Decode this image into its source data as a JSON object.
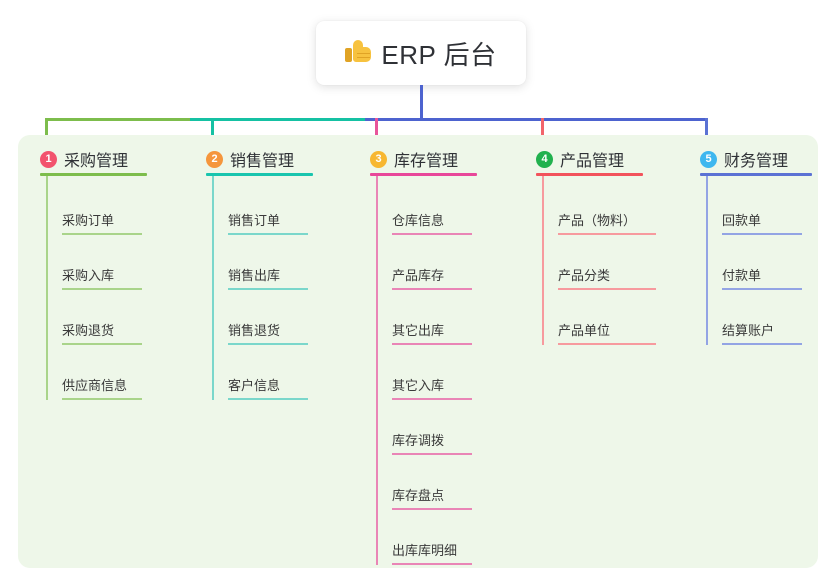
{
  "root": {
    "icon": "thumbs-up-icon",
    "title": "ERP 后台"
  },
  "colors": {
    "panel_bg": "#eef7e9",
    "card_bg": "#ffffff",
    "connector_left": "#7dbd4c",
    "connector_mid": "#15c1a3",
    "connector_right": "#4d63cf",
    "stub_purchase": "#7dbd4c",
    "stub_sales": "#15c1a3",
    "stub_inventory": "#e8559b",
    "stub_product": "#f2646b",
    "stub_finance": "#5b72d4"
  },
  "columns": [
    {
      "index": "1",
      "badge_color": "#f2536d",
      "accent": "#7dbd4c",
      "accent_light": "#a9d48a",
      "title": "采购管理",
      "items": [
        "采购订单",
        "采购入库",
        "采购退货",
        "供应商信息"
      ]
    },
    {
      "index": "2",
      "badge_color": "#f5963c",
      "accent": "#19c5ae",
      "accent_light": "#7ad7cb",
      "title": "销售管理",
      "items": [
        "销售订单",
        "销售出库",
        "销售退货",
        "客户信息"
      ]
    },
    {
      "index": "3",
      "badge_color": "#f7b731",
      "accent": "#e8479a",
      "accent_light": "#e985b6",
      "title": "库存管理",
      "items": [
        "仓库信息",
        "产品库存",
        "其它出库",
        "其它入库",
        "库存调拨",
        "库存盘点",
        "出库库明细"
      ]
    },
    {
      "index": "4",
      "badge_color": "#21b14e",
      "accent": "#f2535c",
      "accent_light": "#f79a9e",
      "title": "产品管理",
      "items": [
        "产品（物料）",
        "产品分类",
        "产品单位"
      ]
    },
    {
      "index": "5",
      "badge_color": "#3eb7ef",
      "accent": "#5b72d4",
      "accent_light": "#93a4e4",
      "title": "财务管理",
      "items": [
        "回款单",
        "付款单",
        "结算账户"
      ]
    }
  ],
  "layout": {
    "column_x": [
      40,
      206,
      370,
      536,
      700
    ],
    "head_rule_width": [
      107,
      107,
      107,
      107,
      112
    ],
    "item_indent": 22,
    "item_rule_width": [
      80,
      80,
      80,
      98,
      80
    ],
    "first_item_bottom": 100,
    "item_step": 55
  }
}
